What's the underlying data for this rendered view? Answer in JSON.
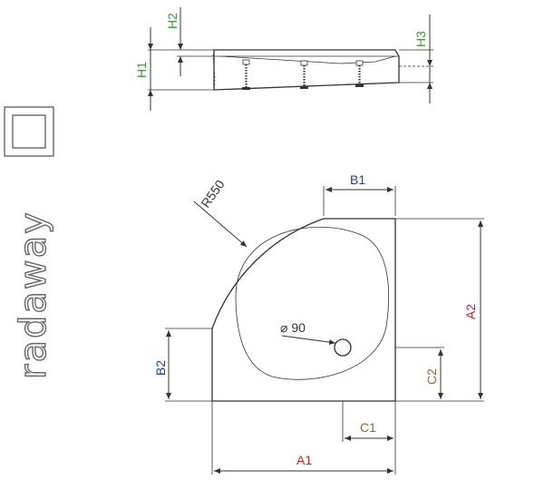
{
  "brand": {
    "name": "radaway"
  },
  "side_view": {
    "labels": {
      "h1": "H1",
      "h2": "H2",
      "h3": "H3"
    }
  },
  "top_view": {
    "labels": {
      "b1": "B1",
      "b2": "B2",
      "a1": "A1",
      "a2": "A2",
      "c1": "C1",
      "c2": "C2",
      "radius": "R550",
      "drain": "⌀ 90"
    }
  },
  "colors": {
    "green": "#3a9a3a",
    "blue": "#1f3f8f",
    "red": "#c0282d",
    "brown": "#a0622a",
    "line": "#333333",
    "logo_gray": "#666666"
  }
}
